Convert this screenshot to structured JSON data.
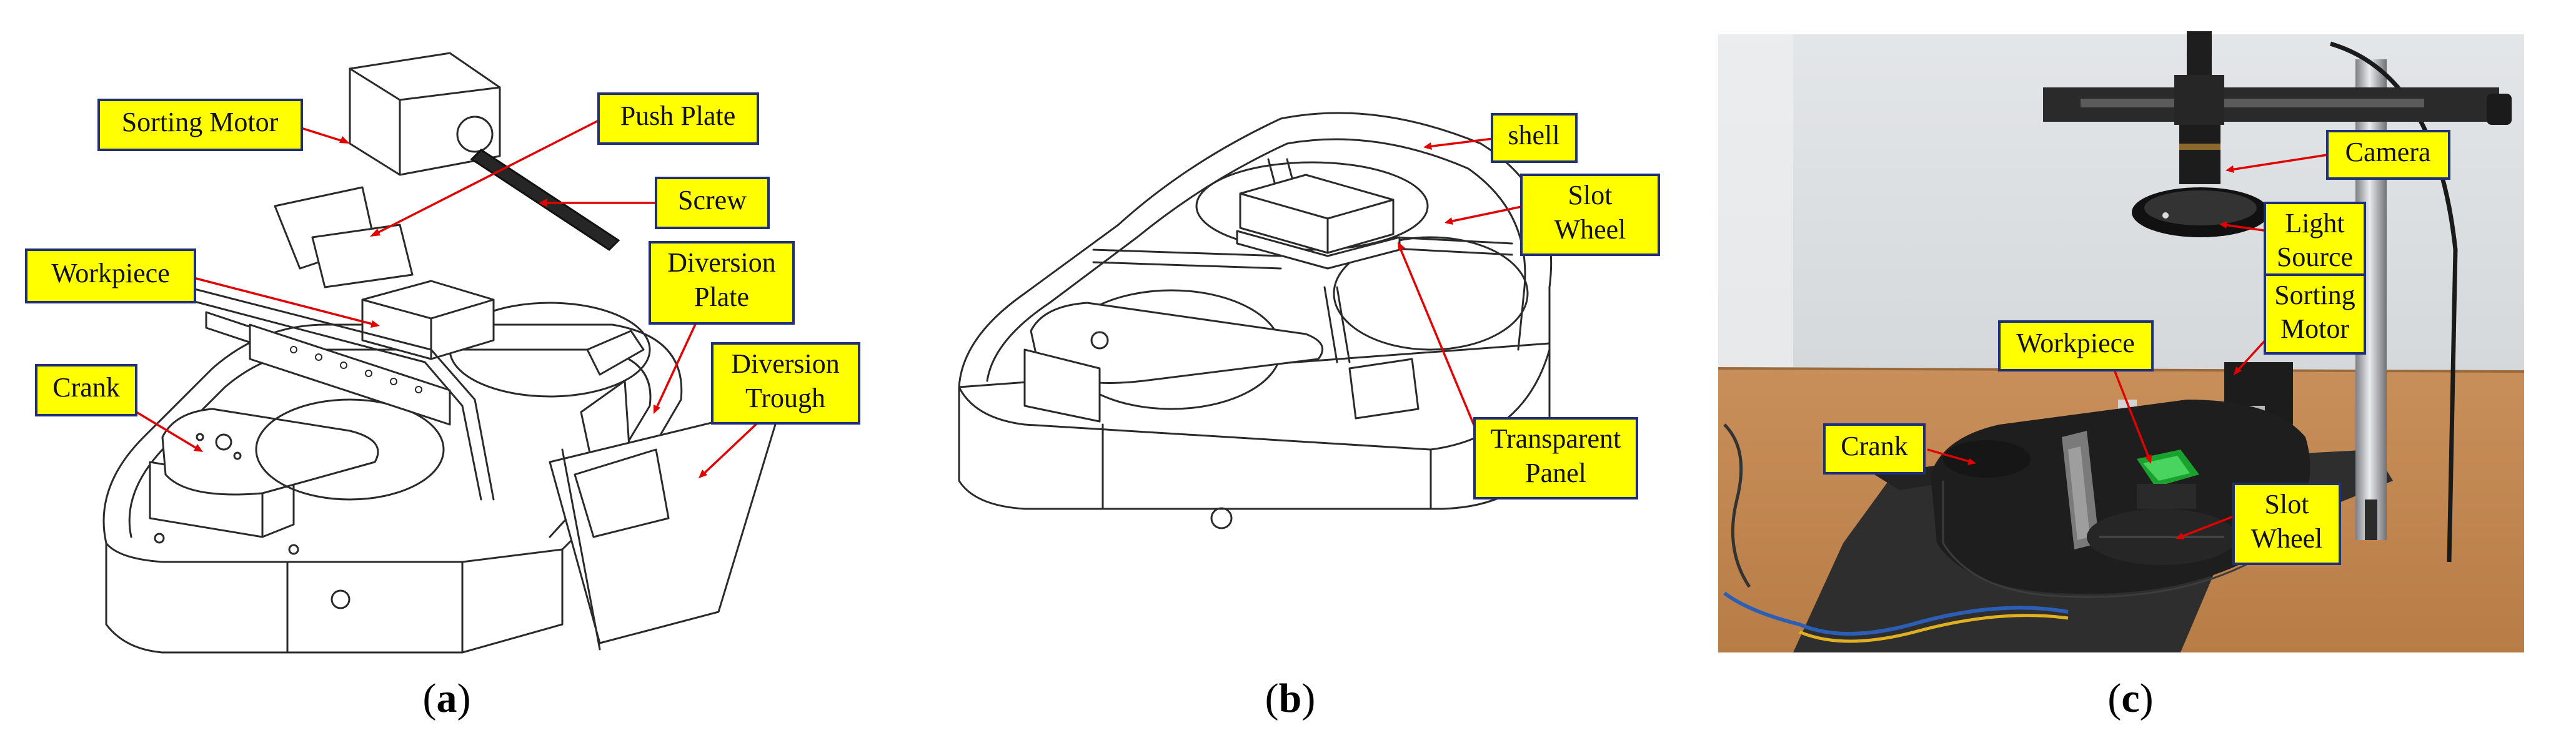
{
  "panels": {
    "a": {
      "caption_open": "(",
      "caption_letter": "a",
      "caption_close": ")",
      "labels": {
        "sorting_motor": "Sorting Motor",
        "push_plate": "Push Plate",
        "screw": "Screw",
        "workpiece": "Workpiece",
        "diversion_plate_1": "Diversion",
        "diversion_plate_2": "Plate",
        "diversion_trough_1": "Diversion",
        "diversion_trough_2": "Trough",
        "crank": "Crank"
      }
    },
    "b": {
      "caption_open": "(",
      "caption_letter": "b",
      "caption_close": ")",
      "labels": {
        "shell": "shell",
        "slot_wheel_1": "Slot",
        "slot_wheel_2": "Wheel",
        "transparent_panel_1": "Transparent",
        "transparent_panel_2": "Panel"
      }
    },
    "c": {
      "caption_open": "(",
      "caption_letter": "c",
      "caption_close": ")",
      "labels": {
        "camera": "Camera",
        "light_source_1": "Light",
        "light_source_2": "Source",
        "sorting_motor_1": "Sorting",
        "sorting_motor_2": "Motor",
        "workpiece": "Workpiece",
        "crank": "Crank",
        "slot_wheel_1": "Slot",
        "slot_wheel_2": "Wheel"
      }
    }
  },
  "colors": {
    "callout_fill": "#ffff00",
    "callout_border": "#1f2f7a",
    "arrow": "#e00000"
  }
}
